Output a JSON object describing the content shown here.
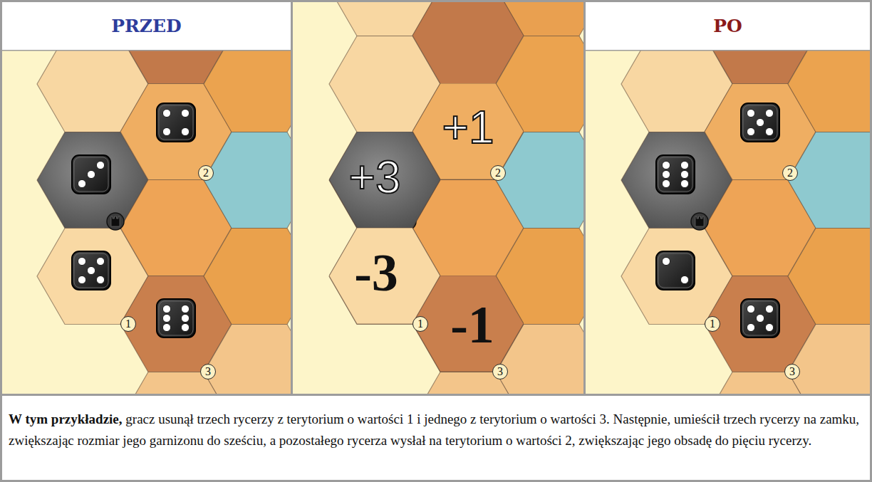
{
  "diagram": {
    "caption": "W tym przykładzie, gracz usunął trzech rycerzy z terytorium o wartości 1 i jednego z terytorium o wartości 3. Następnie, umieścił trzech rycerzy na zamku, zwiększając rozmiar jego garnizonu do sześciu, a pozostałego rycerza wysłał na terytorium o wartości 2, zwiększając jego obsadę do pięciu rycerzy.",
    "nodes": [
      {
        "text": [
          "PRZED"
        ]
      },
      {
        "text": [
          "+1"
        ]
      },
      {
        "text": [
          "+3"
        ]
      },
      {
        "text": [
          "-3"
        ]
      },
      {
        "text": [
          "-1"
        ]
      },
      {
        "text": [
          "PO"
        ]
      }
    ],
    "labels": [
      "2",
      "1",
      "3",
      "2",
      "1",
      "3",
      "2",
      "1",
      "3"
    ]
  }
}
